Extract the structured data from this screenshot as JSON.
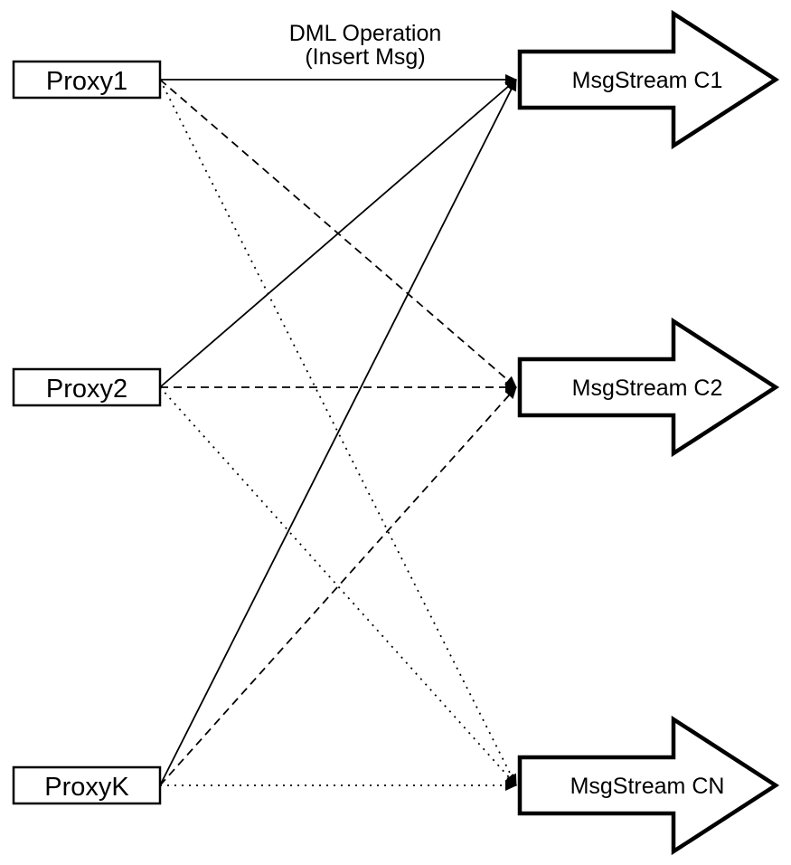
{
  "title": {
    "line1": "DML Operation",
    "line2": "(Insert Msg)"
  },
  "colors": {
    "ink": "#000000",
    "background": "#ffffff"
  },
  "nodes": {
    "proxies": [
      {
        "id": "proxy1",
        "label": "Proxy1"
      },
      {
        "id": "proxy2",
        "label": "Proxy2"
      },
      {
        "id": "proxyk",
        "label": "ProxyK"
      }
    ],
    "streams": [
      {
        "id": "c1",
        "label": "MsgStream C1",
        "shape": "block-arrow-right-icon"
      },
      {
        "id": "c2",
        "label": "MsgStream C2",
        "shape": "block-arrow-right-icon"
      },
      {
        "id": "cn",
        "label": "MsgStream CN",
        "shape": "block-arrow-right-icon"
      }
    ]
  },
  "edges": [
    {
      "from": "proxy1",
      "to": "c1",
      "style": "solid",
      "arrowhead": "filled-triangle"
    },
    {
      "from": "proxy1",
      "to": "c2",
      "style": "dashed",
      "arrowhead": "filled-triangle"
    },
    {
      "from": "proxy1",
      "to": "cn",
      "style": "dotted",
      "arrowhead": "filled-triangle"
    },
    {
      "from": "proxy2",
      "to": "c1",
      "style": "solid",
      "arrowhead": "filled-triangle"
    },
    {
      "from": "proxy2",
      "to": "c2",
      "style": "dashed",
      "arrowhead": "filled-triangle"
    },
    {
      "from": "proxy2",
      "to": "cn",
      "style": "dotted",
      "arrowhead": "filled-triangle"
    },
    {
      "from": "proxyk",
      "to": "c1",
      "style": "solid",
      "arrowhead": "filled-triangle"
    },
    {
      "from": "proxyk",
      "to": "c2",
      "style": "dashed",
      "arrowhead": "filled-triangle"
    },
    {
      "from": "proxyk",
      "to": "cn",
      "style": "dotted",
      "arrowhead": "filled-triangle"
    }
  ]
}
